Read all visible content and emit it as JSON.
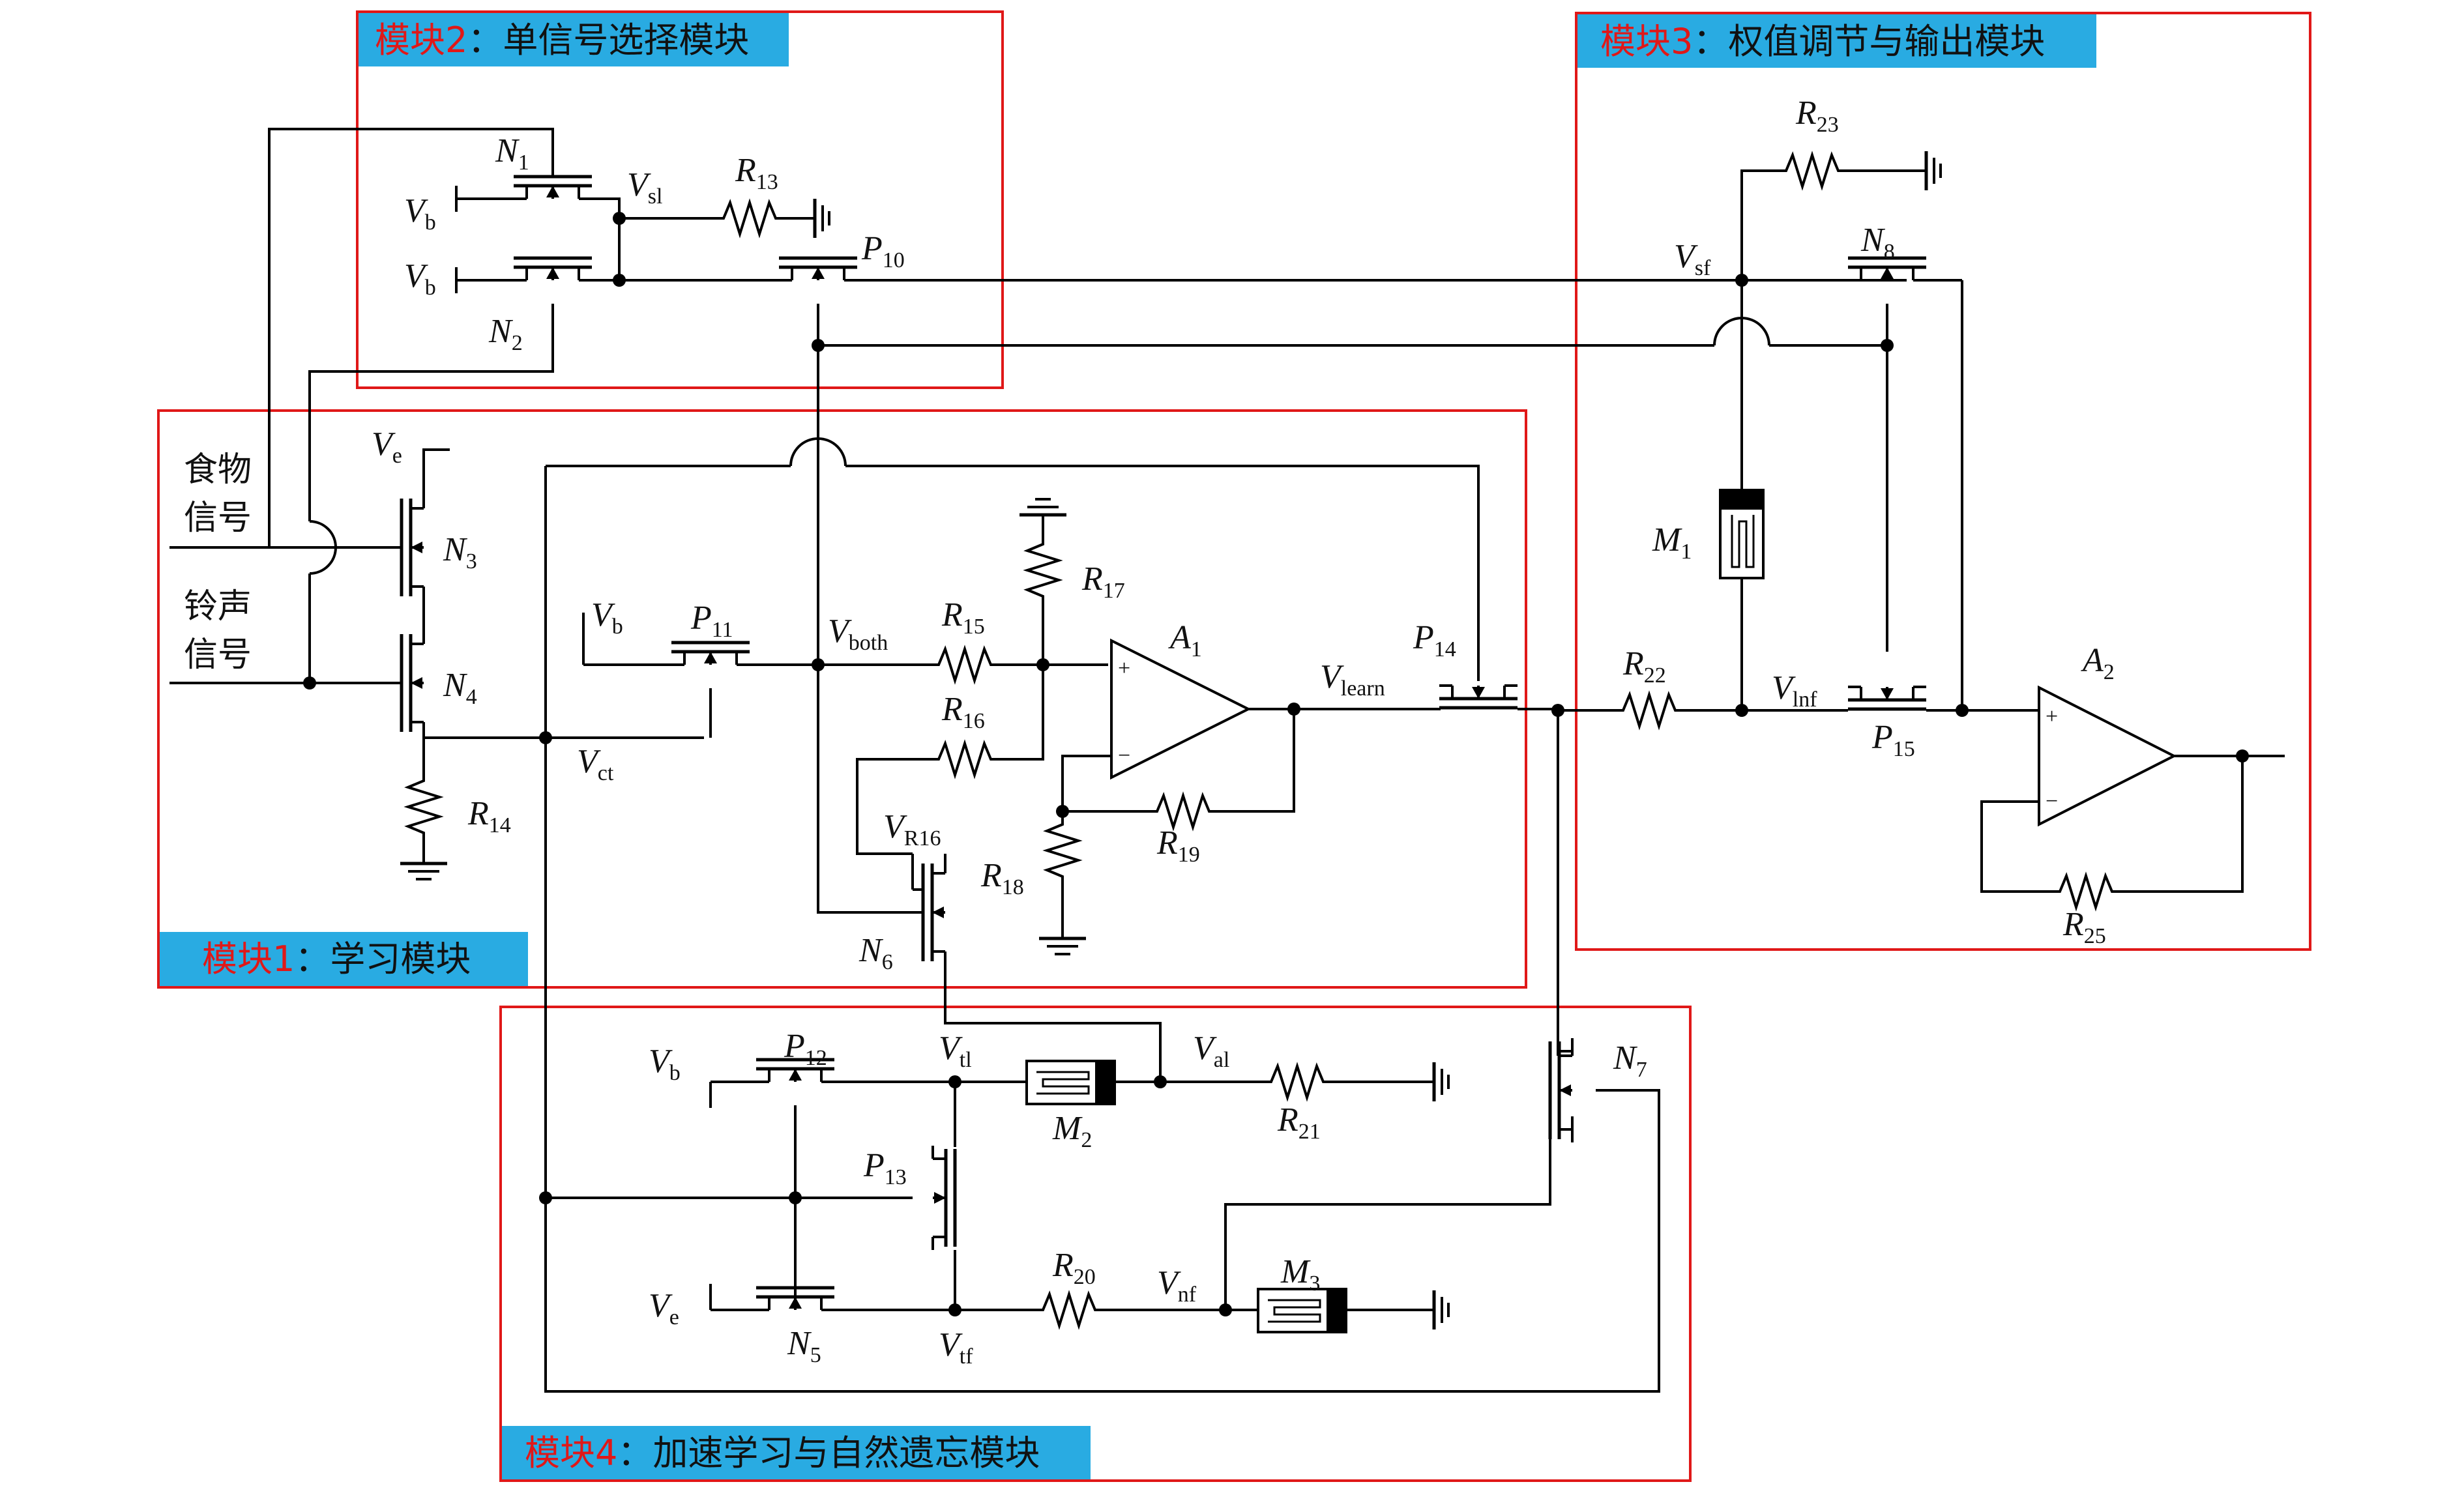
{
  "modules": [
    {
      "id": "m2",
      "tag": "模块2",
      "sep": "：",
      "title": "单信号选择模块"
    },
    {
      "id": "m3",
      "tag": "模块3",
      "sep": "：",
      "title": "权值调节与输出模块"
    },
    {
      "id": "m1",
      "tag": "模块1",
      "sep": "：",
      "title": "学习模块"
    },
    {
      "id": "m4",
      "tag": "模块4",
      "sep": "：",
      "title": "加速学习与自然遗忘模块"
    }
  ],
  "inputs": {
    "food": [
      "食物",
      "信号"
    ],
    "bell": [
      "铃声",
      "信号"
    ]
  },
  "labels": {
    "N1": [
      "N",
      "1"
    ],
    "N2": [
      "N",
      "2"
    ],
    "N3": [
      "N",
      "3"
    ],
    "N4": [
      "N",
      "4"
    ],
    "N5": [
      "N",
      "5"
    ],
    "N6": [
      "N",
      "6"
    ],
    "N7": [
      "N",
      "7"
    ],
    "N8": [
      "N",
      "8"
    ],
    "P10": [
      "P",
      "10"
    ],
    "P11": [
      "P",
      "11"
    ],
    "P12": [
      "P",
      "12"
    ],
    "P13": [
      "P",
      "13"
    ],
    "P14": [
      "P",
      "14"
    ],
    "P15": [
      "P",
      "15"
    ],
    "R13": [
      "R",
      "13"
    ],
    "R14": [
      "R",
      "14"
    ],
    "R15": [
      "R",
      "15"
    ],
    "R16": [
      "R",
      "16"
    ],
    "R17": [
      "R",
      "17"
    ],
    "R18": [
      "R",
      "18"
    ],
    "R19": [
      "R",
      "19"
    ],
    "R20": [
      "R",
      "20"
    ],
    "R21": [
      "R",
      "21"
    ],
    "R22": [
      "R",
      "22"
    ],
    "R23": [
      "R",
      "23"
    ],
    "R25": [
      "R",
      "25"
    ],
    "A1": [
      "A",
      "1"
    ],
    "A2": [
      "A",
      "2"
    ],
    "M1": [
      "M",
      "1"
    ],
    "M2": [
      "M",
      "2"
    ],
    "M3": [
      "M",
      "3"
    ],
    "Vb1": [
      "V",
      "b"
    ],
    "Vb2": [
      "V",
      "b"
    ],
    "Vb3": [
      "V",
      "b"
    ],
    "Vb4": [
      "V",
      "b"
    ],
    "Ve1": [
      "V",
      "e"
    ],
    "Ve2": [
      "V",
      "e"
    ],
    "Vsl": [
      "V",
      "sl"
    ],
    "Vsf": [
      "V",
      "sf"
    ],
    "Vct": [
      "V",
      "ct"
    ],
    "Vboth": [
      "V",
      "both"
    ],
    "Vlearn": [
      "V",
      "learn"
    ],
    "Vlnf": [
      "V",
      "lnf"
    ],
    "VR16": [
      "V",
      "R16"
    ],
    "Vtl": [
      "V",
      "tl"
    ],
    "Val": [
      "V",
      "al"
    ],
    "Vnf": [
      "V",
      "nf"
    ],
    "Vtf": [
      "V",
      "tf"
    ]
  },
  "colors": {
    "module_border": "#e01818",
    "header_bg": "#29abe2",
    "header_tag": "#e01818",
    "wire": "#000000"
  }
}
